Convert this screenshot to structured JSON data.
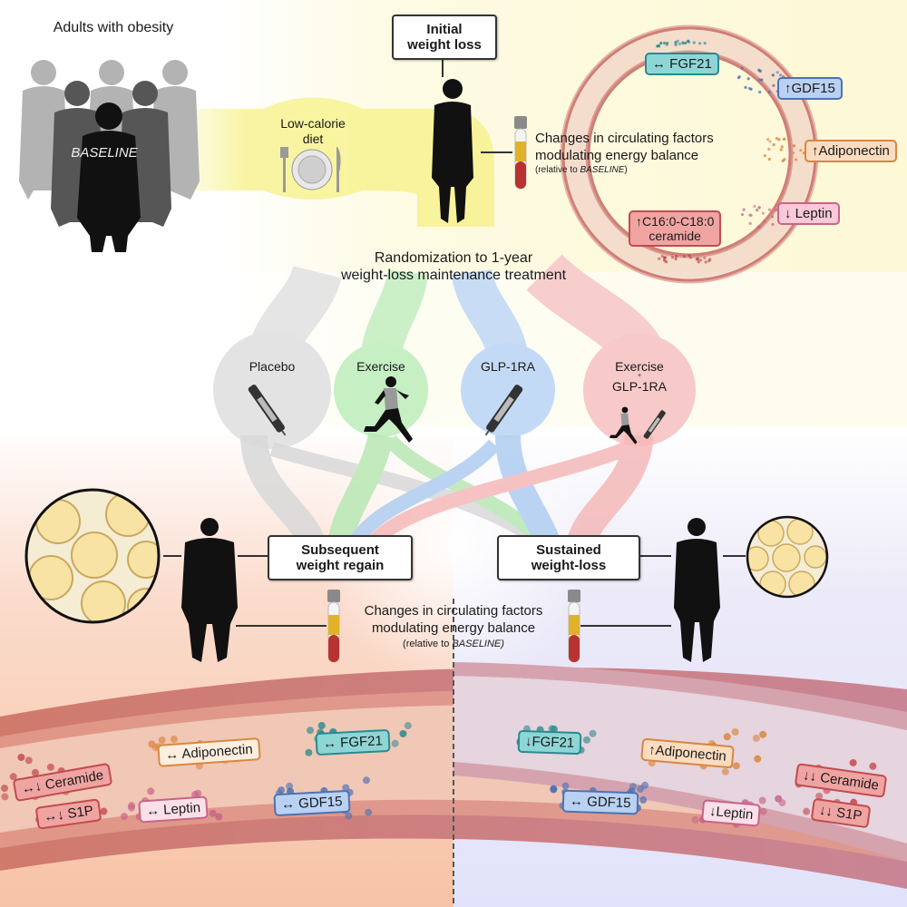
{
  "baseline": {
    "title": "Adults with obesity",
    "label": "BASELINE"
  },
  "diet": {
    "label_line1": "Low-calorie",
    "label_line2": "diet"
  },
  "initial": {
    "box_line1": "Initial",
    "box_line2": "weight loss",
    "changes_line1": "Changes in circulating factors",
    "changes_line2": "modulating energy balance",
    "relative_prefix": "(relative to ",
    "relative_baseline": "BASELINE",
    "relative_suffix": ")",
    "factors": [
      {
        "arrow": "↔",
        "name": "FGF21"
      },
      {
        "arrow": "↑",
        "name": "GDF15"
      },
      {
        "arrow": "↑",
        "name": "Adiponectin"
      },
      {
        "arrow": "↓",
        "name": "Leptin"
      },
      {
        "arrow": "↑",
        "name": "C16:0-C18:0",
        "name2": "ceramide"
      }
    ]
  },
  "randomization": {
    "line1": "Randomization to 1-year",
    "line2": "weight-loss maintenance treatment"
  },
  "arms": [
    {
      "label": "Placebo",
      "color": "#e3e3e3"
    },
    {
      "label": "Exercise",
      "color": "#c6efc4"
    },
    {
      "label": "GLP-1RA",
      "color": "#c3daf6"
    },
    {
      "label": "Exercise",
      "plus": "+",
      "label2": "GLP-1RA",
      "color": "#f7c9c9"
    }
  ],
  "regain": {
    "box_line1": "Subsequent",
    "box_line2": "weight regain"
  },
  "sustained": {
    "box_line1": "Sustained",
    "box_line2": "weight-loss"
  },
  "followup_changes": {
    "line1": "Changes in circulating factors",
    "line2": "modulating energy balance",
    "relative_prefix": "(relative to ",
    "relative_baseline": "BASELINE)"
  },
  "regain_factors": [
    {
      "arrow": "↔↓",
      "name": "Ceramide"
    },
    {
      "arrow": "↔↓",
      "name": "S1P"
    },
    {
      "arrow": "↔",
      "name": "Adiponectin"
    },
    {
      "arrow": "↔",
      "name": "Leptin"
    },
    {
      "arrow": "↔",
      "name": "FGF21"
    },
    {
      "arrow": "↔",
      "name": "GDF15"
    }
  ],
  "sustained_factors": [
    {
      "arrow": "↓",
      "name": "FGF21"
    },
    {
      "arrow": "↔",
      "name": "GDF15"
    },
    {
      "arrow": "↑",
      "name": "Adiponectin"
    },
    {
      "arrow": "↓",
      "name": "Leptin"
    },
    {
      "arrow": "↓↓",
      "name": "Ceramide"
    },
    {
      "arrow": "↓↓",
      "name": "S1P"
    }
  ],
  "colors": {
    "diet_yellow": "#f8f39a",
    "vessel_regain": "#d9857a",
    "vessel_sustained": "#c98f9f",
    "fgf21": "#2a8a8e",
    "gdf15": "#4d72b3",
    "adiponectin": "#d88740",
    "leptin": "#c76587",
    "ceramide": "#c24b4e"
  }
}
